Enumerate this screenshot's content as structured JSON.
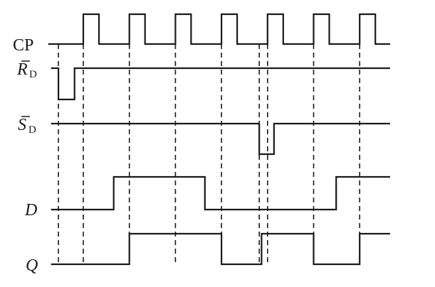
{
  "signals": [
    {
      "id": "cp",
      "label": "CP",
      "italic": false,
      "sub": "",
      "overbar": false,
      "initial": 0,
      "edges": [
        [
          1,
          1
        ],
        [
          1.34,
          0
        ],
        [
          2,
          1
        ],
        [
          2.34,
          0
        ],
        [
          3,
          1
        ],
        [
          3.34,
          0
        ],
        [
          4,
          1
        ],
        [
          4.34,
          0
        ],
        [
          5,
          1
        ],
        [
          5.34,
          0
        ],
        [
          6,
          1
        ],
        [
          6.34,
          0
        ],
        [
          7,
          1
        ],
        [
          7.34,
          0
        ]
      ],
      "start": 0.24,
      "end": 7.66
    },
    {
      "id": "rd",
      "label": "R",
      "italic": true,
      "sub": "D",
      "overbar": true,
      "initial": 1,
      "edges": [
        [
          0.46,
          0
        ],
        [
          0.81,
          1
        ]
      ],
      "start": 0.3,
      "end": 7.66
    },
    {
      "id": "sd",
      "label": "S",
      "italic": true,
      "sub": "D",
      "overbar": true,
      "initial": 1,
      "edges": [
        [
          4.82,
          0
        ],
        [
          5.14,
          1
        ]
      ],
      "start": 0.3,
      "end": 7.66
    },
    {
      "id": "d",
      "label": "D",
      "italic": true,
      "sub": "",
      "overbar": false,
      "initial": 0,
      "edges": [
        [
          1.66,
          1
        ],
        [
          3.64,
          0
        ],
        [
          6.49,
          1
        ]
      ],
      "start": 0.3,
      "end": 7.66
    },
    {
      "id": "q",
      "label": "Q",
      "italic": true,
      "sub": "",
      "overbar": false,
      "initial": 0,
      "edges": [
        [
          2,
          1
        ],
        [
          4,
          0
        ],
        [
          4.87,
          1
        ],
        [
          6,
          0
        ],
        [
          7,
          1
        ]
      ],
      "start": 0.3,
      "end": 7.66
    }
  ],
  "guide_times": [
    0.46,
    1,
    2,
    3,
    4,
    4.82,
    5,
    6,
    7
  ]
}
